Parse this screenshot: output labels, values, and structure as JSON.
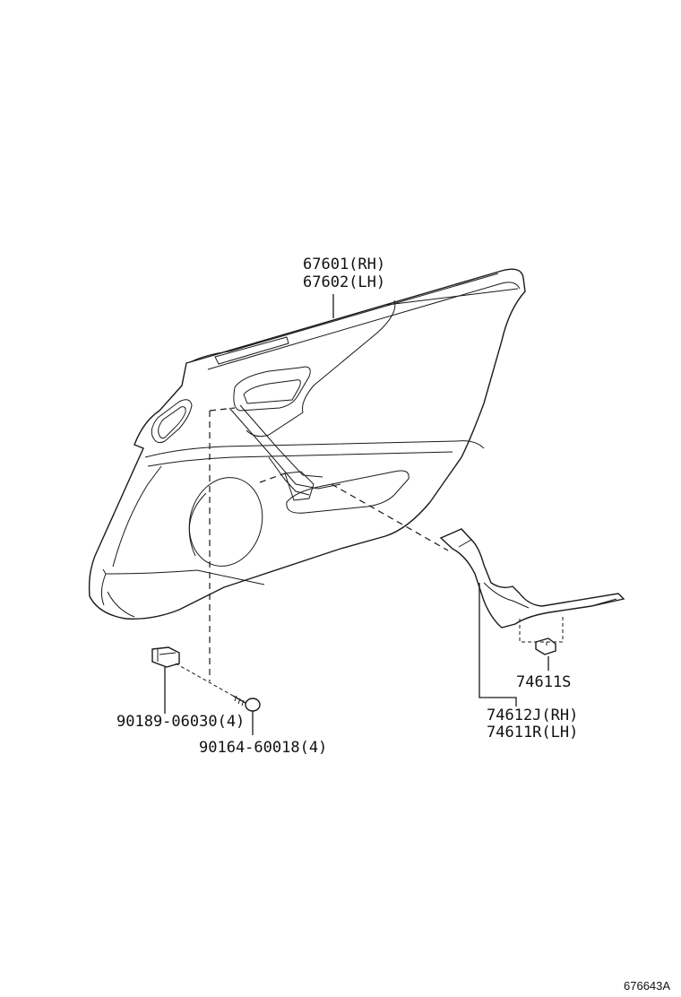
{
  "diagram": {
    "parts": [
      {
        "id": "door-trim-panel",
        "numbers": [
          "67601(RH)",
          "67602(LH)"
        ]
      },
      {
        "id": "clip",
        "numbers": [
          "90189-06030(4)"
        ]
      },
      {
        "id": "screw",
        "numbers": [
          "90164-60018(4)"
        ]
      },
      {
        "id": "fastener",
        "numbers": [
          "74611S"
        ]
      },
      {
        "id": "armrest-base",
        "numbers": [
          "74612J(RH)",
          "74611R(LH)"
        ]
      }
    ],
    "figure_code": "676643A"
  }
}
